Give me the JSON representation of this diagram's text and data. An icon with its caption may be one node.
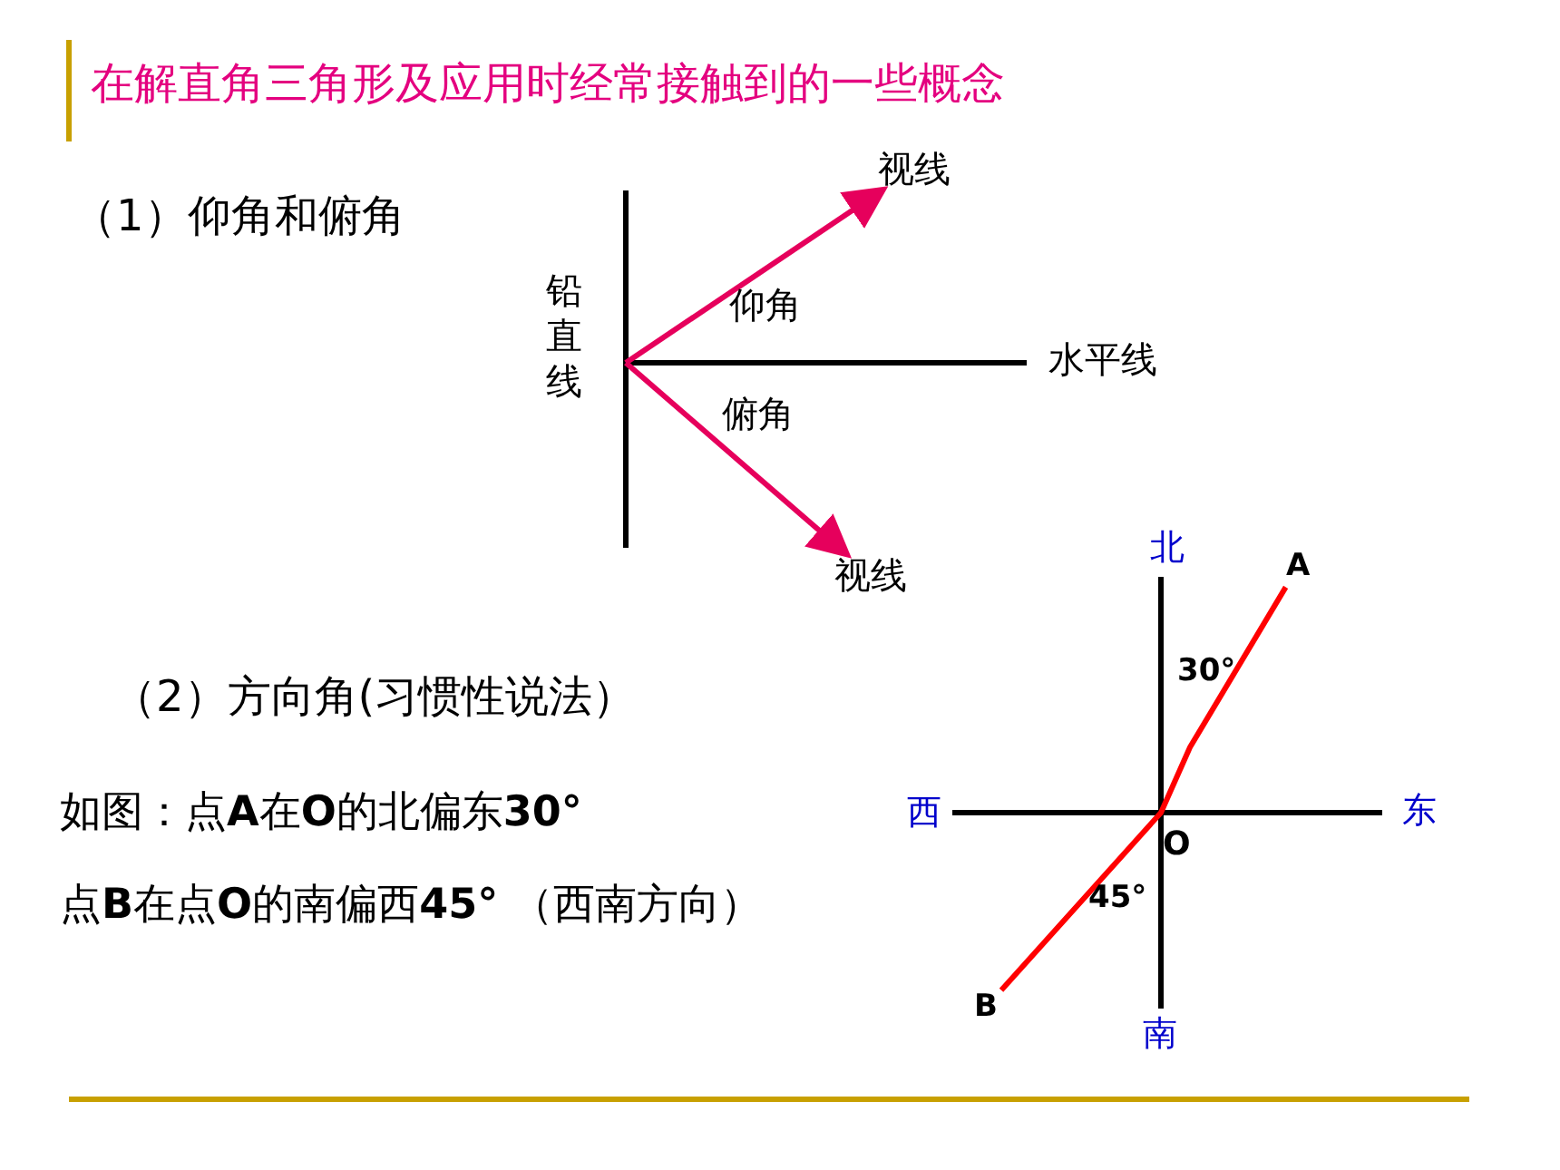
{
  "diagram": {
    "title": "在解直角三角形及应用时经常接触到的一些概念",
    "nodes": [
      {
        "text": [
          "视线"
        ]
      },
      {
        "text": [
          "视线"
        ]
      },
      {
        "text": [
          "A"
        ]
      },
      {
        "text": [
          "B"
        ]
      }
    ],
    "edges": [
      {
        "from": null,
        "to": 0,
        "arrow": "to",
        "color": "#e6005c"
      },
      {
        "from": null,
        "to": 1,
        "arrow": "to",
        "color": "#e6005c"
      },
      {
        "from": 3,
        "to": 2,
        "arrow": "none",
        "color": "#ff0000"
      }
    ],
    "labels": [
      "（1）仰角和俯角",
      "铅直线",
      "仰角",
      "水平线",
      "俯角",
      "（2）方向角(习惯性说法）",
      "北",
      "30°",
      "西",
      "东",
      "O",
      "如图：点**A**在**O**的北偏东**30°**",
      "45°",
      "点**B**在点**O**的南偏西**45°** （西南方向）",
      "南"
    ]
  }
}
